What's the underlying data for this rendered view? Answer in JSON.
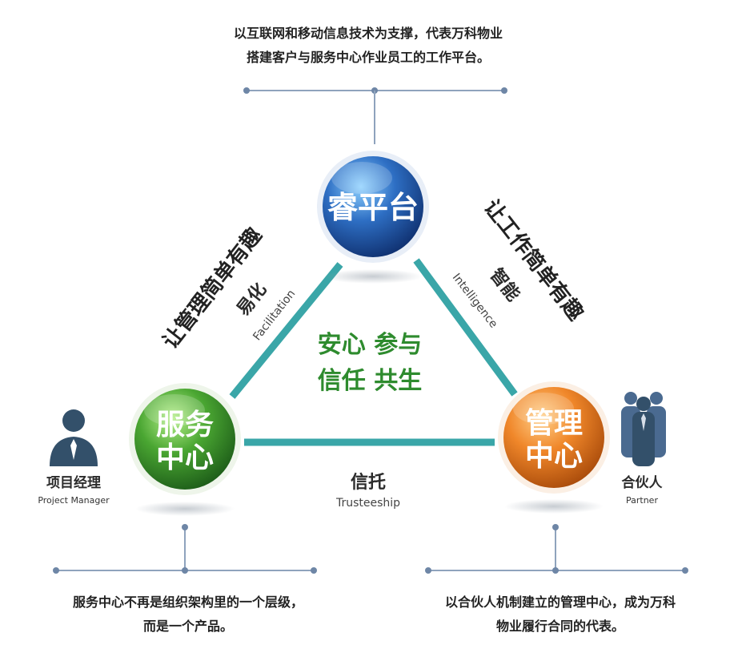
{
  "top_caption": {
    "line1": "以互联网和移动信息技术为支撑，代表万科物业",
    "line2": "搭建客户与服务中心作业员工的工作平台。"
  },
  "nodes": {
    "top": {
      "label": "睿平台",
      "color": "#1d4fa0"
    },
    "left": {
      "line1": "服务",
      "line2": "中心",
      "color": "#2e8b2e"
    },
    "right": {
      "line1": "管理",
      "line2": "中心",
      "color": "#e2711d"
    }
  },
  "edges": {
    "left": {
      "cn": "易化",
      "en": "Facilitation",
      "tagline": "让管理简单有趣"
    },
    "right": {
      "cn": "智能",
      "en": "Intelligence",
      "tagline": "让工作简单有趣"
    },
    "bottom": {
      "cn": "信托",
      "en": "Trusteeship"
    }
  },
  "center": {
    "line1": "安心 参与",
    "line2": "信任 共生",
    "color": "#2e8b2e"
  },
  "actors": {
    "left": {
      "cn": "项目经理",
      "en": "Project Manager"
    },
    "right": {
      "cn": "合伙人",
      "en": "Partner"
    }
  },
  "bottom_captions": {
    "left": {
      "line1": "服务中心不再是组织架构里的一个层级，",
      "line2": "而是一个产品。"
    },
    "right": {
      "line1": "以合伙人机制建立的管理中心，成为万科",
      "line2": "物业履行合同的代表。"
    }
  },
  "colors": {
    "connector": "#3aa6a8",
    "timeline": "#8fa3bd",
    "icon": "#33506a"
  }
}
